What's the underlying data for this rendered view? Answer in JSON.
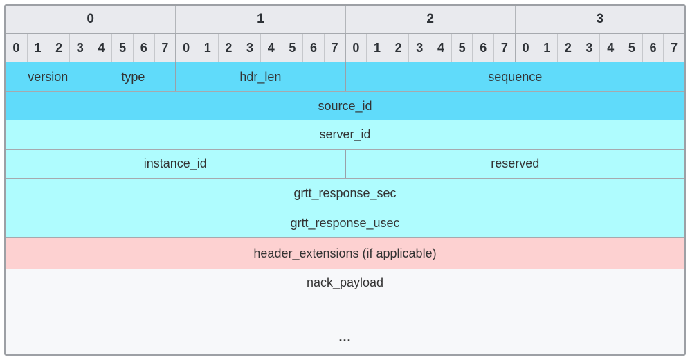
{
  "diagram": {
    "title": "packet-header-bit-field-diagram",
    "byte_headers": [
      "0",
      "1",
      "2",
      "3"
    ],
    "bit_headers": [
      "0",
      "1",
      "2",
      "3",
      "4",
      "5",
      "6",
      "7",
      "0",
      "1",
      "2",
      "3",
      "4",
      "5",
      "6",
      "7",
      "0",
      "1",
      "2",
      "3",
      "4",
      "5",
      "6",
      "7",
      "0",
      "1",
      "2",
      "3",
      "4",
      "5",
      "6",
      "7"
    ],
    "rows": [
      {
        "fields": [
          {
            "label": "version",
            "bits": 4,
            "color": "blue"
          },
          {
            "label": "type",
            "bits": 4,
            "color": "blue"
          },
          {
            "label": "hdr_len",
            "bits": 8,
            "color": "blue"
          },
          {
            "label": "sequence",
            "bits": 16,
            "color": "blue"
          }
        ]
      },
      {
        "fields": [
          {
            "label": "source_id",
            "bits": 32,
            "color": "blue"
          }
        ]
      },
      {
        "fields": [
          {
            "label": "server_id",
            "bits": 32,
            "color": "cyan"
          }
        ]
      },
      {
        "fields": [
          {
            "label": "instance_id",
            "bits": 16,
            "color": "cyan"
          },
          {
            "label": "reserved",
            "bits": 16,
            "color": "cyan"
          }
        ]
      },
      {
        "fields": [
          {
            "label": "grtt_response_sec",
            "bits": 32,
            "color": "cyan"
          }
        ]
      },
      {
        "fields": [
          {
            "label": "grtt_response_usec",
            "bits": 32,
            "color": "cyan"
          }
        ]
      },
      {
        "fields": [
          {
            "label": "header_extensions (if applicable)",
            "bits": 32,
            "color": "pink"
          }
        ]
      },
      {
        "fields": [
          {
            "label": "nack_payload",
            "bits": 32,
            "color": "payload",
            "tall": true,
            "ellipsis": "..."
          }
        ]
      }
    ],
    "colors": {
      "header_bg": "#e9eaee",
      "blue": "#60dbfa",
      "cyan": "#affcfe",
      "pink": "#fdd1d1",
      "payload": "#f7f8fa",
      "outer_border": "#9da0a5",
      "row_line": "#a6a9ae",
      "text": "#333333"
    }
  }
}
